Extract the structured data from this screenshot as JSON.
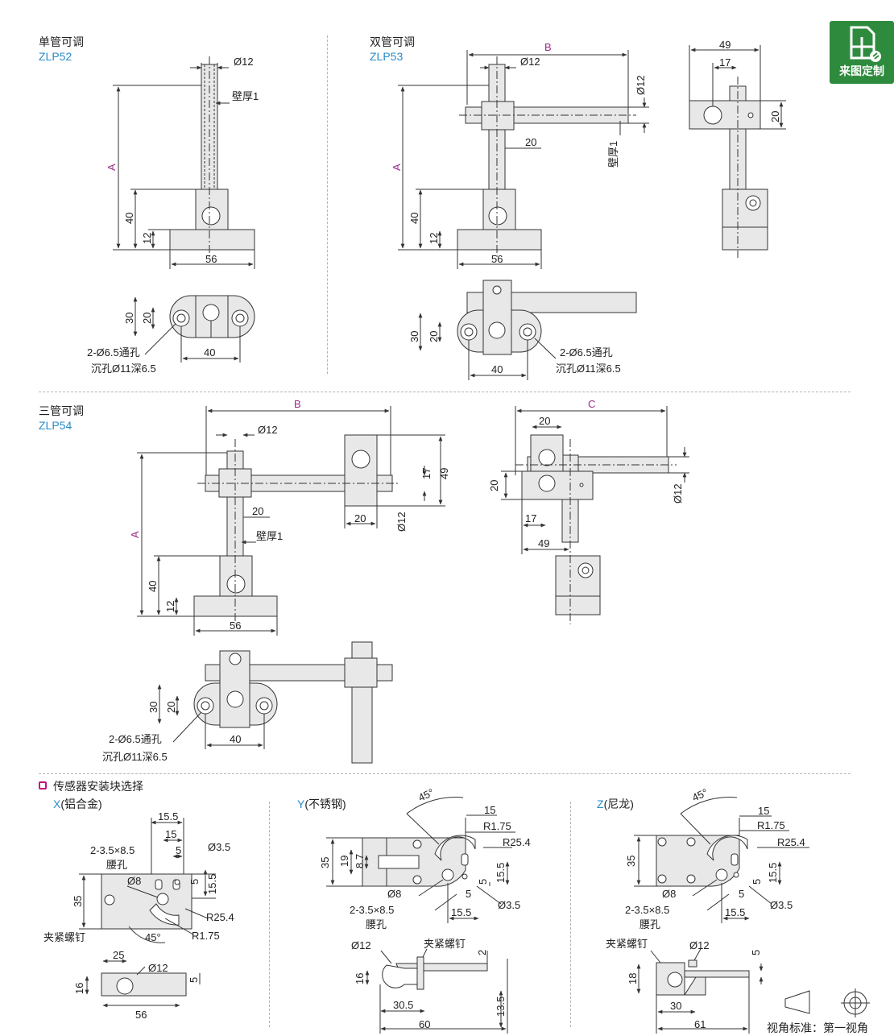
{
  "badge": {
    "label": "来图定制"
  },
  "zlp52": {
    "title": "单管可调",
    "model": "ZLP52",
    "labels": {
      "dia": "Ø12",
      "wall": "壁厚1",
      "a": "A",
      "h40": "40",
      "h12": "12",
      "w56": "56",
      "v30": "30",
      "v20": "20",
      "w40": "40",
      "hole": "2-Ø6.5通孔",
      "cbore": "沉孔Ø11深6.5"
    }
  },
  "zlp53": {
    "title": "双管可调",
    "model": "ZLP53",
    "labels": {
      "b": "B",
      "dia": "Ø12",
      "dia_v": "Ø12",
      "wall": "壁厚1",
      "d20": "20",
      "a": "A",
      "h40": "40",
      "h12": "12",
      "w56": "56",
      "s49": "49",
      "s17": "17",
      "s20": "20",
      "v30": "30",
      "v20": "20",
      "w40": "40",
      "hole": "2-Ø6.5通孔",
      "cbore": "沉孔Ø11深6.5"
    }
  },
  "zlp54": {
    "title": "三管可调",
    "model": "ZLP54",
    "labels": {
      "b": "B",
      "c": "C",
      "dia": "Ø12",
      "d20": "20",
      "wall": "壁厚1",
      "a": "A",
      "h40": "40",
      "h12": "12",
      "w56": "56",
      "r17": "17",
      "r49": "49",
      "r20": "20",
      "rdia": "Ø12",
      "c20": "20",
      "c20v": "20",
      "cdia": "Ø12",
      "c17": "17",
      "c49": "49",
      "v30": "30",
      "v20": "20",
      "w40": "40",
      "hole": "2-Ø6.5通孔",
      "cbore": "沉孔Ø11深6.5"
    }
  },
  "sensor": {
    "title": "传感器安装块选择",
    "x": {
      "code": "X",
      "material": "(铝合金)",
      "labels": {
        "d155": "15.5",
        "d15": "15",
        "slot1": "2-3.5×8.5",
        "slot2": "腰孔",
        "d5": "5",
        "d35h": "Ø3.5",
        "d8": "Ø8",
        "v155": "15.5",
        "v5": "5",
        "v35": "35",
        "r254": "R25.4",
        "r175": "R1.75",
        "ang": "45°",
        "screw": "夹紧螺钉",
        "w25": "25",
        "d12": "Ø12",
        "h16": "16",
        "h5": "5",
        "w56": "56"
      }
    },
    "y": {
      "code": "Y",
      "material": "(不锈钢)",
      "labels": {
        "ang": "45°",
        "d15": "15",
        "r175": "R1.75",
        "r254": "R25.4",
        "v35": "35",
        "v19": "19",
        "v87": "8.7",
        "v155": "15.5",
        "v5": "5",
        "d8": "Ø8",
        "w5": "5",
        "d35h": "Ø3.5",
        "slot1": "2-3.5×8.5",
        "slot2": "腰孔",
        "w155": "15.5",
        "d12": "Ø12",
        "screw": "夹紧螺钉",
        "h2": "2",
        "h16": "16",
        "w305": "30.5",
        "w60": "60",
        "h135": "13.5"
      }
    },
    "z": {
      "code": "Z",
      "material": "(尼龙)",
      "labels": {
        "ang": "45°",
        "d15": "15",
        "r175": "R1.75",
        "r254": "R25.4",
        "v35": "35",
        "v155": "15.5",
        "v5": "5",
        "d8": "Ø8",
        "w5": "5",
        "d35h": "Ø3.5",
        "slot1": "2-3.5×8.5",
        "slot2": "腰孔",
        "w155": "15.5",
        "screw": "夹紧螺钉",
        "d12": "Ø12",
        "h5": "5",
        "h18": "18",
        "w30": "30",
        "w61": "61"
      }
    }
  },
  "view_standard": "视角标准：第一视角",
  "colors": {
    "accent": "#2a8bc7",
    "dim_letter": "#9b2a8a",
    "badge": "#2e8b3e",
    "section_mark": "#c0137a",
    "part_fill": "#e8e8e8",
    "line": "#333333"
  }
}
